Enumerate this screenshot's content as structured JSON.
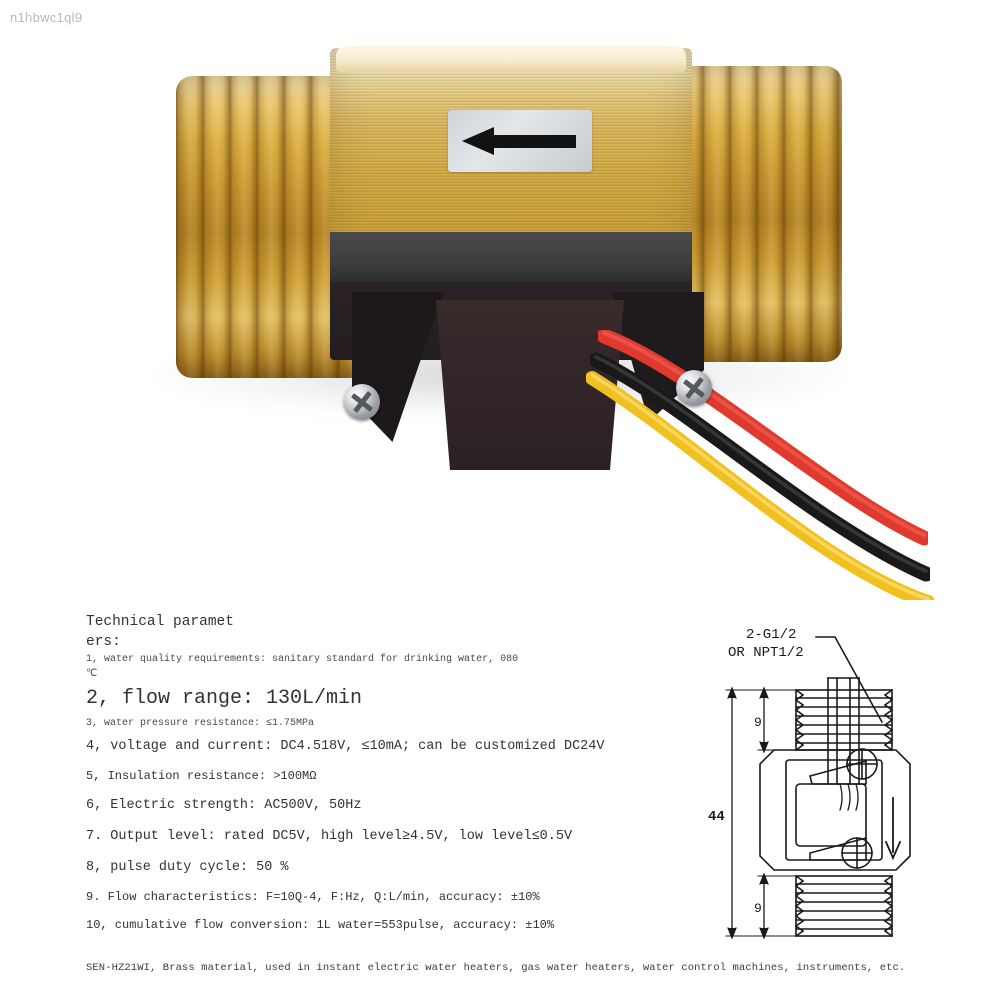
{
  "watermark": {
    "text": "n1hbwc1ql9"
  },
  "photo": {
    "alt": "brass water flow sensor with three wires",
    "sticker_icon": "left-arrow-icon",
    "colors": {
      "brass_light": "#e9c978",
      "brass_mid": "#c79b31",
      "brass_dark": "#8a6418",
      "housing_black": "#2b2b2d",
      "wire_red": "#e03a2f",
      "wire_black": "#191919",
      "wire_yellow": "#f0c020",
      "screw_chrome": "#d9dcdf",
      "sticker_silver": "#d4d9dd"
    }
  },
  "specs": {
    "title_line1": "Technical paramet",
    "title_line2": "ers:",
    "items": [
      "1, water quality requirements: sanitary standard for drinking water, 080",
      "℃",
      "2, flow range: 130L/min",
      "3, water pressure resistance: ≤1.75MPa",
      "4, voltage and current: DC4.518V, ≤10mA; can be customized DC24V",
      "5, Insulation resistance: >100MΩ",
      "6, Electric strength: AC500V, 50Hz",
      "7. Output level: rated DC5V, high level≥4.5V, low level≤0.5V",
      "8, pulse duty cycle: 50 %",
      "9. Flow characteristics: F=10Q-4, F:Hz, Q:L/min, accuracy: ±10%",
      "10, cumulative flow conversion: 1L water=553pulse, accuracy: ±10%"
    ],
    "footer": "SEN-HZ21WI, Brass material, used in instant electric water heaters, gas water heaters, water control machines, instruments, etc."
  },
  "drawing": {
    "thread_label_line1": "2-G1/2",
    "thread_label_line2": "OR NPT1/2",
    "dim_total": "44",
    "dim_thread_top": "9",
    "dim_thread_bottom": "9",
    "flow_arrow_icon": "down-arrow-icon",
    "stroke_color": "#1a1a1a"
  }
}
